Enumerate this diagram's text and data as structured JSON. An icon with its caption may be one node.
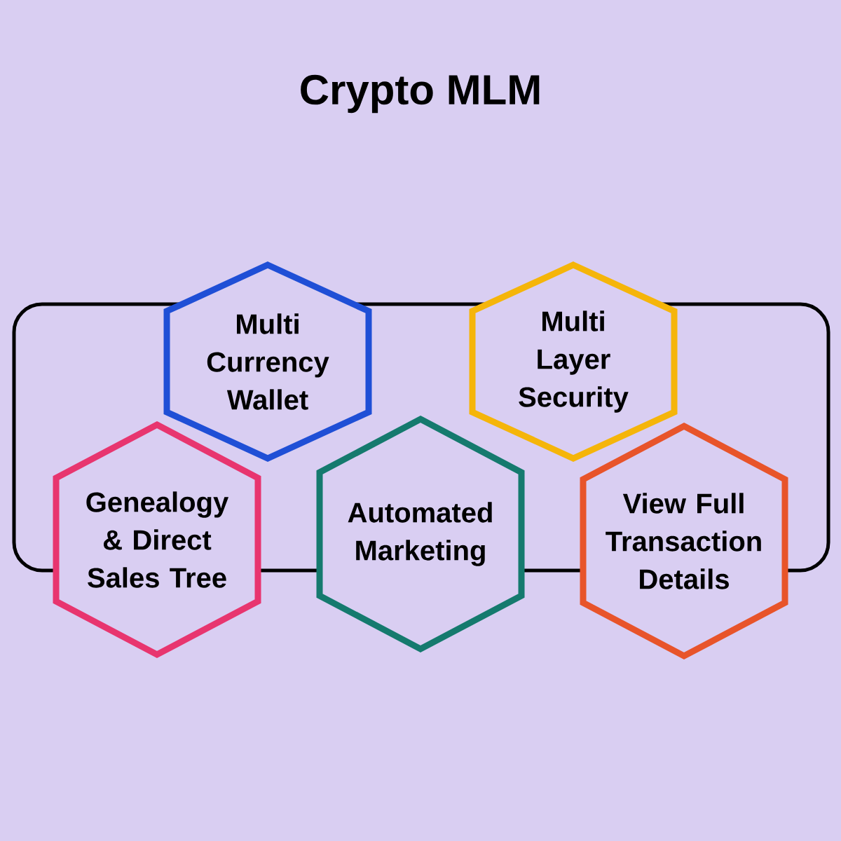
{
  "diagram": {
    "title": "Crypto MLM",
    "nodes": [
      {
        "text": [
          "Multi Currency Wallet"
        ]
      },
      {
        "text": [
          "Multi Layer Security"
        ]
      },
      {
        "text": [
          "Genealogy & Direct Sales Tree"
        ]
      },
      {
        "text": [
          "Automated Marketing"
        ]
      },
      {
        "text": [
          "View Full Transaction Details"
        ]
      }
    ]
  }
}
